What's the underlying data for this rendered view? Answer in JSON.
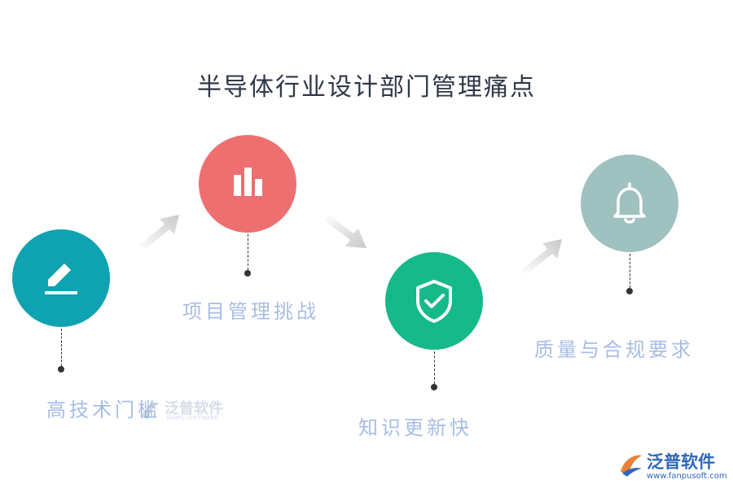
{
  "title": "半导体行业设计部门管理痛点",
  "steps": [
    {
      "label": "高技术门槛",
      "icon": "pencil-icon",
      "color": "#0fa3b1"
    },
    {
      "label": "项目管理挑战",
      "icon": "bar-chart-icon",
      "color": "#ee6f70"
    },
    {
      "label": "知识更新快",
      "icon": "shield-check-icon",
      "color": "#16b98a"
    },
    {
      "label": "质量与合规要求",
      "icon": "bell-icon",
      "color": "#9fc1bf"
    }
  ],
  "watermark": {
    "brand": "泛普软件",
    "sub": "FANPU SOFTWARE"
  },
  "logo": {
    "brand": "泛普软件",
    "url": "www.fanpusoft.com"
  }
}
